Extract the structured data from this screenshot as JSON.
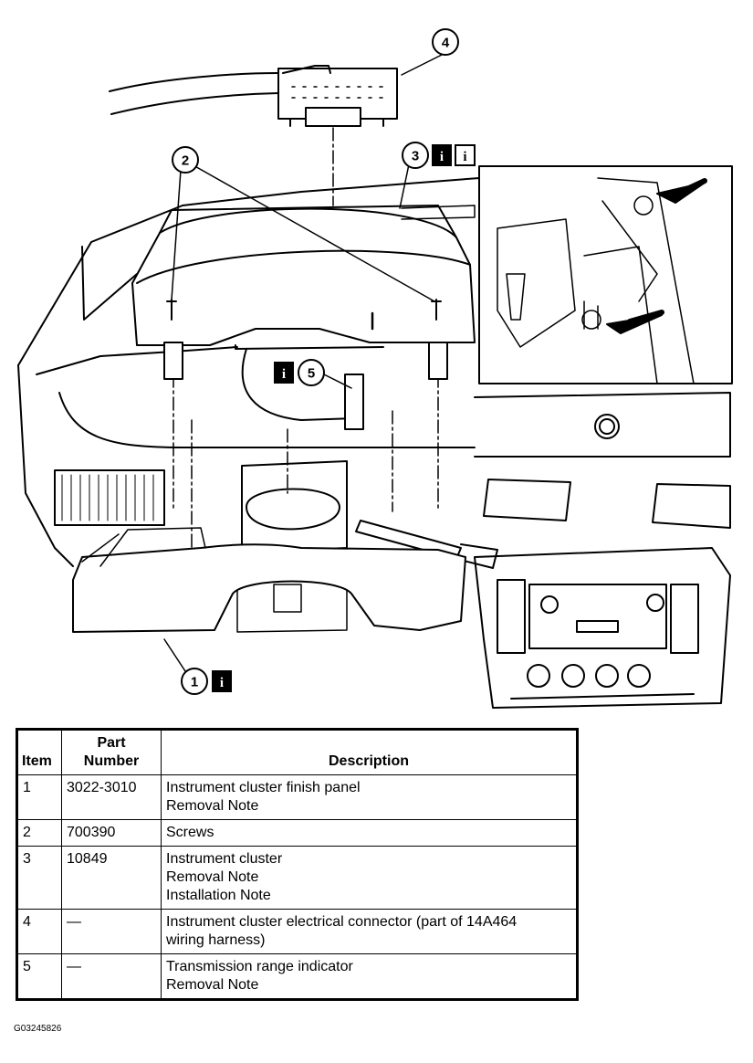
{
  "callouts": {
    "c1": "1",
    "c2": "2",
    "c3": "3",
    "c4": "4",
    "c5": "5",
    "info": "i"
  },
  "table": {
    "headers": {
      "item": "Item",
      "part_line1": "Part",
      "part_line2": "Number",
      "description": "Description"
    },
    "rows": [
      {
        "item": "1",
        "part": "3022-3010",
        "desc": [
          "Instrument cluster finish panel",
          "Removal Note"
        ]
      },
      {
        "item": "2",
        "part": "700390",
        "desc": [
          "Screws"
        ]
      },
      {
        "item": "3",
        "part": "10849",
        "desc": [
          "Instrument cluster",
          "Removal Note",
          "Installation Note"
        ]
      },
      {
        "item": "4",
        "part": "—",
        "desc": [
          "Instrument cluster electrical connector (part of 14A464",
          "wiring harness)"
        ]
      },
      {
        "item": "5",
        "part": "—",
        "desc": [
          "Transmission range indicator",
          "Removal Note"
        ]
      }
    ]
  },
  "figure_id": "G03245826"
}
